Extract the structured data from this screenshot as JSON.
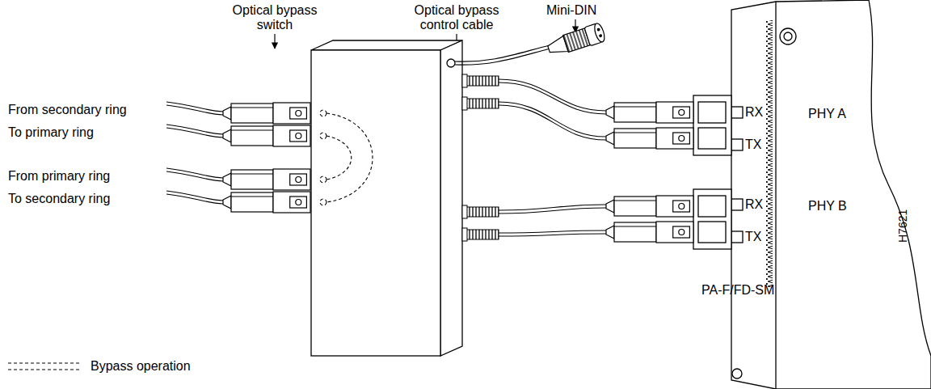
{
  "diagram": {
    "labels": [
      "Optical bypass switch",
      "Optical bypass control cable",
      "Mini-DIN",
      "From secondary ring",
      "To primary ring",
      "From primary ring",
      "To secondary ring",
      "RX",
      "PHY A",
      "TX",
      "RX",
      "PHY B",
      "TX",
      "PA-F/FD-SM",
      "H7621"
    ],
    "legend": [
      {
        "text": "Bypass operation"
      }
    ]
  }
}
